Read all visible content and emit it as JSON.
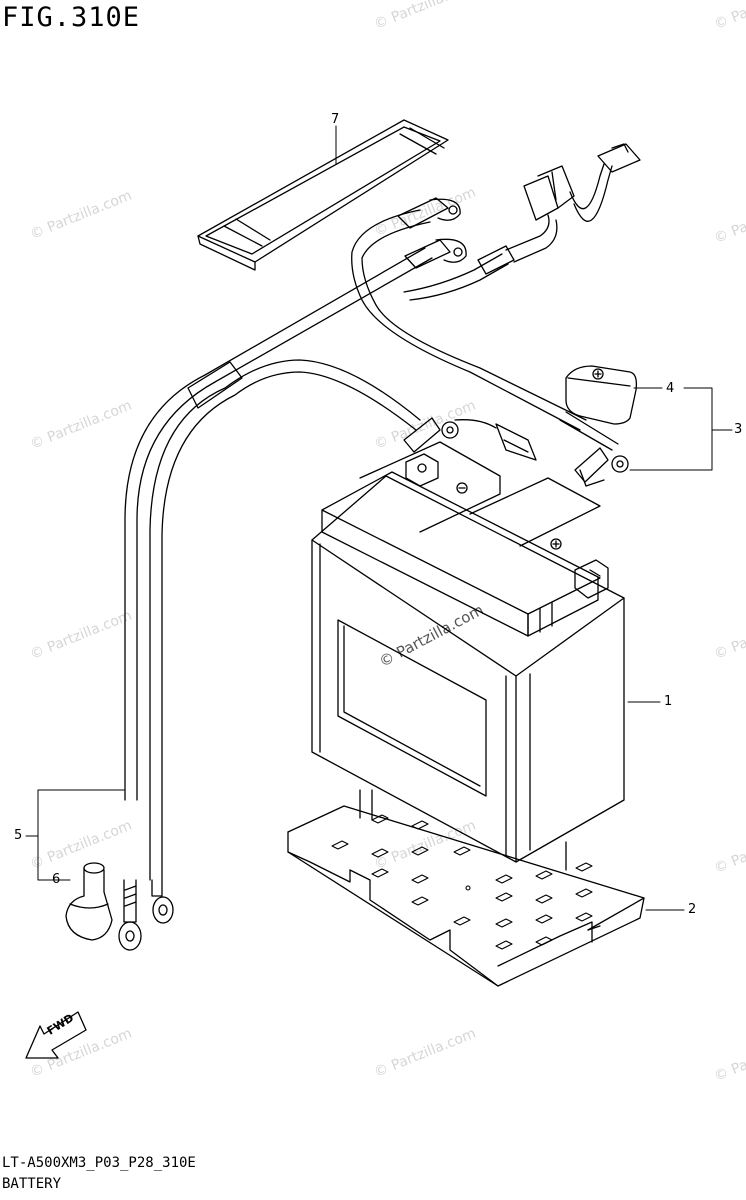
{
  "figure": {
    "title": "FIG.310E"
  },
  "footer": {
    "code": "LT-A500XM3_P03_P28_310E",
    "name": "BATTERY"
  },
  "callouts": [
    "1",
    "2",
    "3",
    "4",
    "5",
    "6",
    "7"
  ],
  "direction": {
    "label": "FWD"
  },
  "watermark": {
    "text": "© Partzilla.com",
    "center_text": "© Partzilla.com"
  },
  "colors": {
    "line": "#000000",
    "watermark": "#d6d6d6",
    "background": "#ffffff"
  }
}
